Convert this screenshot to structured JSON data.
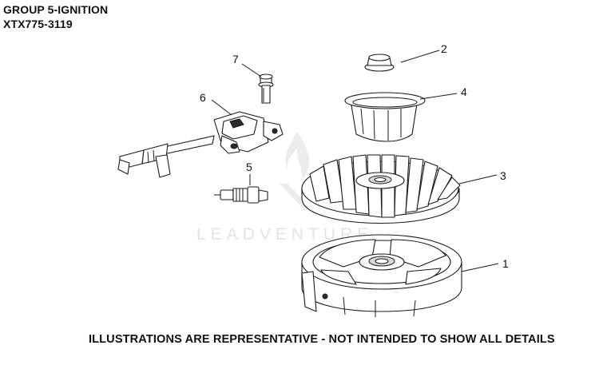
{
  "header": {
    "group": "GROUP 5-IGNITION",
    "model": "XTX775-3119"
  },
  "footer": {
    "notice": "ILLUSTRATIONS ARE REPRESENTATIVE - NOT INTENDED TO SHOW ALL DETAILS"
  },
  "watermark": {
    "text": "LEADVENTURE",
    "color": "#e3e3e3"
  },
  "callouts": [
    {
      "id": "1",
      "label": "1"
    },
    {
      "id": "2",
      "label": "2"
    },
    {
      "id": "3",
      "label": "3"
    },
    {
      "id": "4",
      "label": "4"
    },
    {
      "id": "5",
      "label": "5"
    },
    {
      "id": "6",
      "label": "6"
    },
    {
      "id": "7",
      "label": "7"
    }
  ],
  "parts_icons": [
    "stator-icon",
    "nut-icon",
    "flywheel-icon",
    "fan-cup-icon",
    "spark-plug-icon",
    "ignition-coil-icon",
    "bolt-icon"
  ]
}
